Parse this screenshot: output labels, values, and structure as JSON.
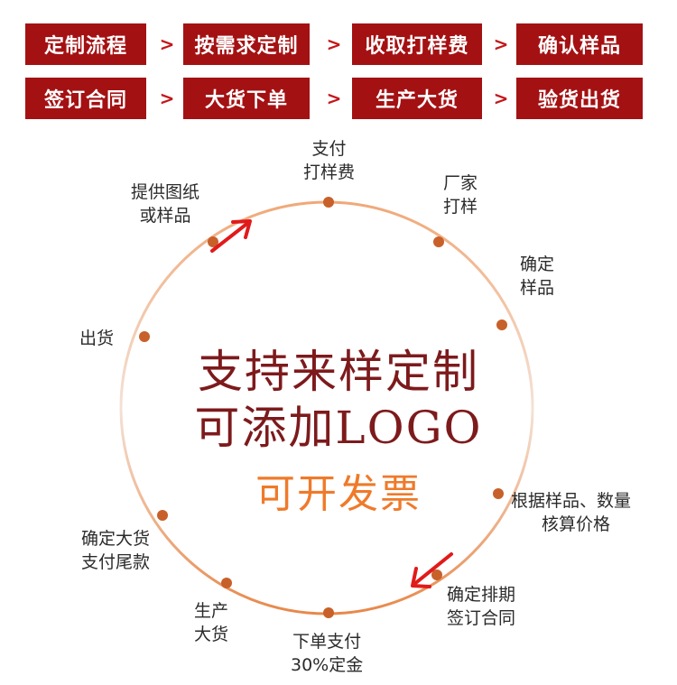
{
  "flow": {
    "row1": [
      "定制流程",
      "按需求定制",
      "收取打样费",
      "确认样品"
    ],
    "row2": [
      "签订合同",
      "大货下单",
      "生产大货",
      "验货出货"
    ],
    "separator": ">"
  },
  "cycle": {
    "steps": [
      {
        "line1": "支付",
        "line2": "打样费"
      },
      {
        "line1": "厂家",
        "line2": "打样"
      },
      {
        "line1": "确定",
        "line2": "样品"
      },
      {
        "line1": "根据样品、数量",
        "line2": "核算价格"
      },
      {
        "line1": "确定排期",
        "line2": "签订合同"
      },
      {
        "line1": "下单支付",
        "line2": "30%定金"
      },
      {
        "line1": "生产",
        "line2": "大货"
      },
      {
        "line1": "确定大货",
        "line2": "支付尾款"
      },
      {
        "line1": "出货",
        "line2": ""
      },
      {
        "line1": "提供图纸",
        "line2": "或样品"
      }
    ]
  },
  "center": {
    "line1": "支持来样定制",
    "line2": "可添加LOGO",
    "line3": "可开发票"
  },
  "colors": {
    "box": "#a41113",
    "ring": "#e8884a",
    "dot": "#c8602a",
    "arrow": "#e11a1a",
    "headline": "#7d1a1c",
    "invoice": "#ef7a2a"
  }
}
